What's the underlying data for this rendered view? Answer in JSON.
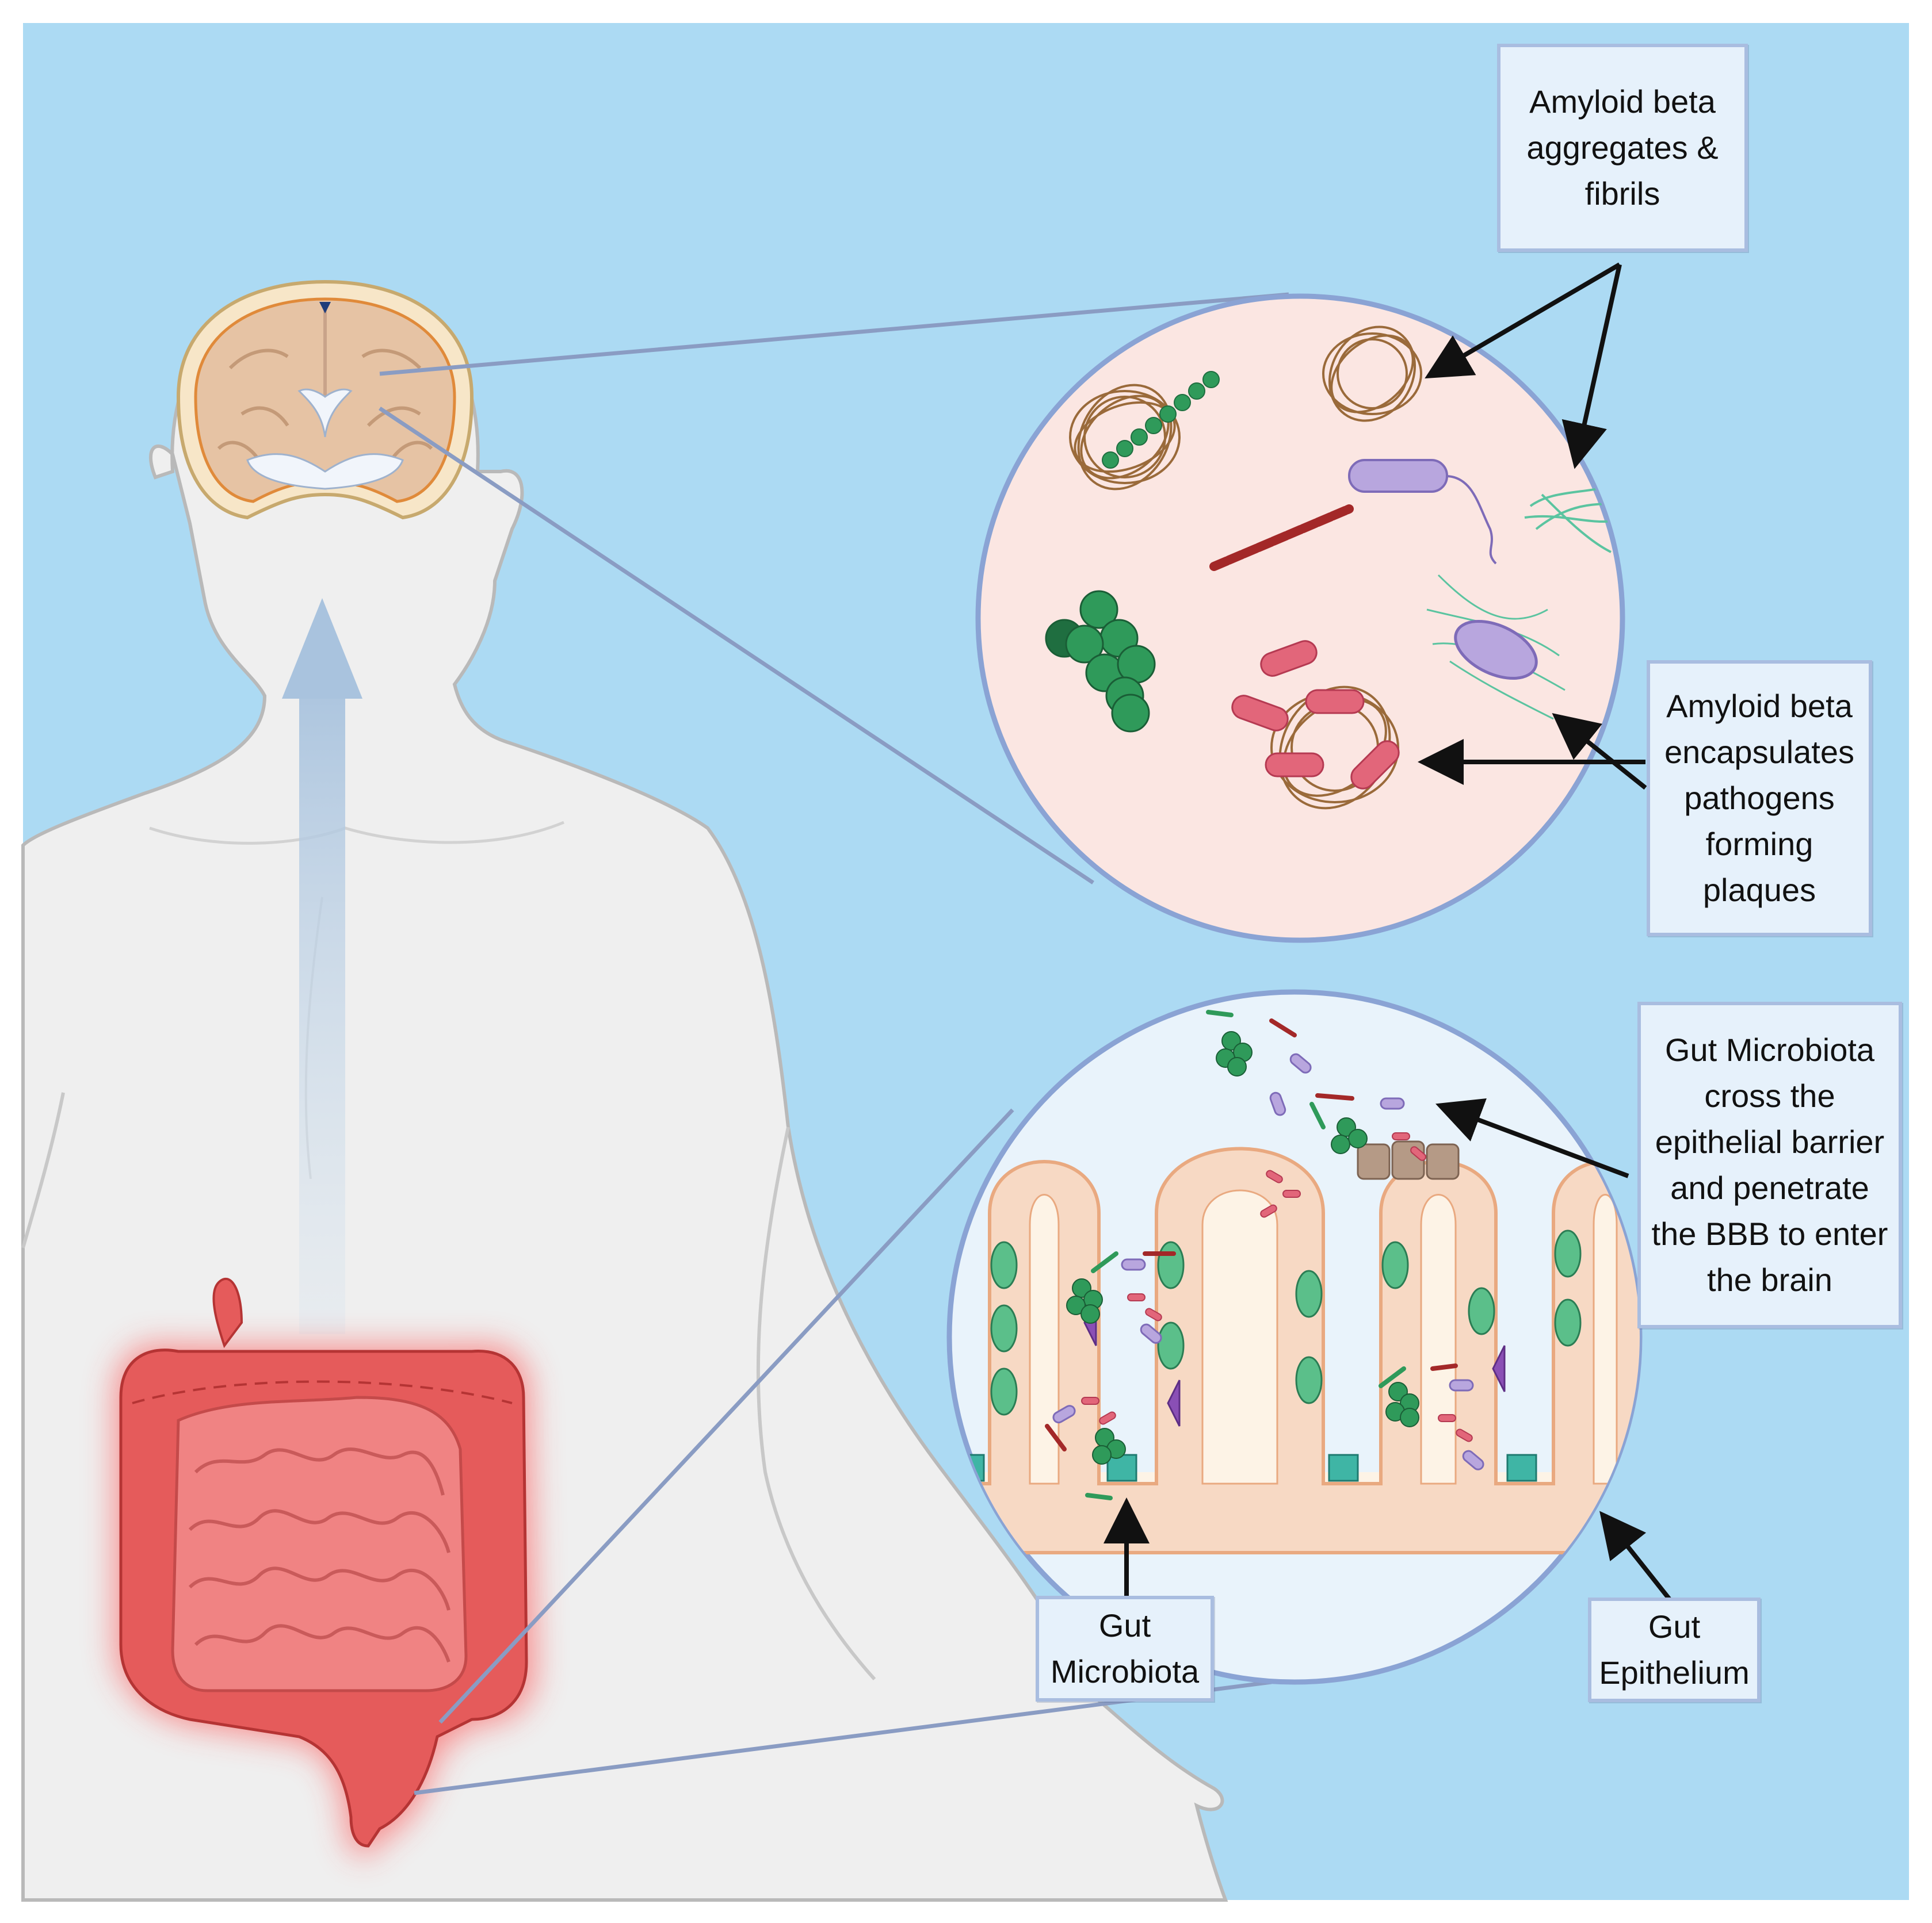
{
  "labels": {
    "amyloid_aggregates": "Amyloid beta\naggregates &\nfibrils",
    "amyloid_encapsulates": "Amyloid beta\nencapsulates\npathogens\nforming\nplaques",
    "gut_microbiota_cross": "Gut Microbiota\ncross the\nepithelial barrier\nand penetrate\nthe BBB to enter\nthe brain",
    "gut_microbiota": "Gut\nMicrobiota",
    "gut_epithelium": "Gut\nEpithelium"
  },
  "colors": {
    "background": "#acdaf3",
    "body": "#efefef",
    "body_outline": "#b9b9b9",
    "brain": "#e6c3a4",
    "intestine": "#e55b5b",
    "intestine_glow": "#ff3b3b",
    "brain_zoom_fill": "#fbe6e2",
    "gut_zoom_fill": "#e9f3fb",
    "zoom_border": "#8aa3d4",
    "amyloid": "#9a6a3a",
    "bacteria_green": "#2f9a5a",
    "bacteria_red": "#a32828",
    "bacteria_pink": "#e2667a",
    "bacteria_purple": "#b8a6de",
    "epithelium": "#f7d9c4",
    "arrow": "#111111"
  },
  "icons": [
    "brain-icon",
    "intestine-icon",
    "bacteria-icon",
    "amyloid-fibril-icon",
    "epithelium-icon",
    "upward-arrow-icon"
  ]
}
